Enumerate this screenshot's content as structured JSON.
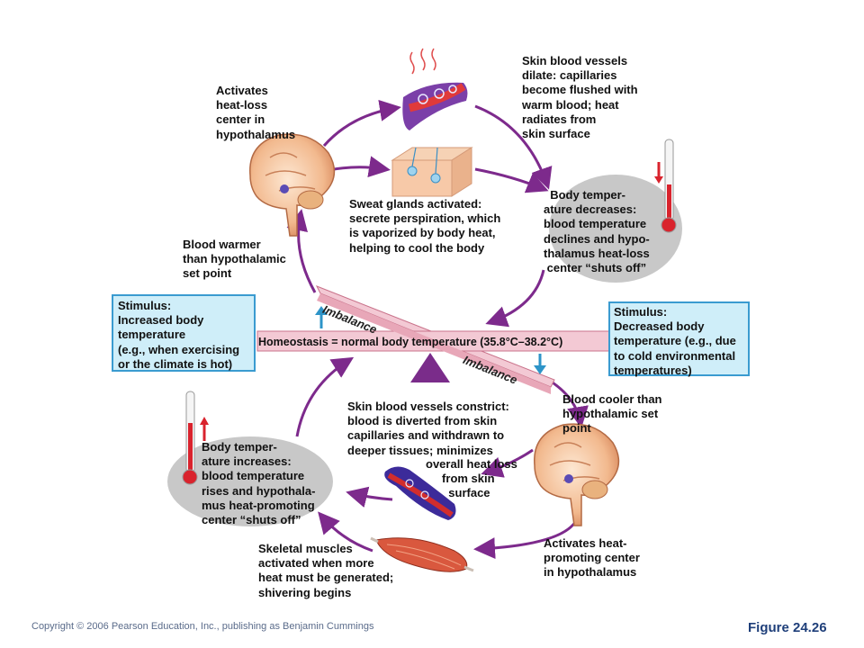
{
  "labels": {
    "activates_heat_loss": "Activates\nheat-loss\ncenter in\nhypothalamus",
    "skin_dilate": "Skin blood vessels\ndilate: capillaries\nbecome flushed with\nwarm blood; heat\nradiates from\nskin surface",
    "sweat_glands": "Sweat glands activated:\nsecrete perspiration, which\nis vaporized by body heat,\nhelping to cool the body",
    "temp_decreases": "  Body temper-\nature decreases:\nblood temperature\ndeclines and hypo-\nthalamus heat-loss\n center “shuts off”",
    "blood_warmer": "Blood warmer\nthan hypothalamic\nset point",
    "stimulus_left": "Stimulus:\nIncreased body\ntemperature\n(e.g., when exercising\nor the climate is hot)",
    "stimulus_right": "Stimulus:\nDecreased body\ntemperature (e.g., due\nto cold environmental\ntemperatures)",
    "homeostasis": "Homeostasis = normal body temperature (35.8°C–38.2°C)",
    "imbalance_top": "Imbalance",
    "imbalance_bottom": "Imbalance",
    "skin_constrict": "Skin blood vessels constrict:\nblood is diverted from skin\ncapillaries and withdrawn to\ndeeper tissues; minimizes",
    "skin_constrict_2": "overall heat loss\n     from skin\n       surface",
    "blood_cooler": "Blood cooler than\nhypothalamic set\npoint",
    "temp_increases": "Body temper-\nature increases:\nblood temperature\nrises and hypothala-\nmus heat-promoting\ncenter “shuts off”",
    "skeletal_muscles": "Skeletal muscles\nactivated when more\nheat must be generated;\nshivering begins",
    "activates_heat_promoting": "Activates heat-\npromoting center\nin hypothalamus"
  },
  "footer": {
    "copyright": "Copyright © 2006 Pearson Education, Inc., publishing as Benjamin Cummings",
    "figure": "Figure 24.26"
  },
  "colors": {
    "arrow": "#7d2a8c",
    "ellipse": "#c8c8c8",
    "stimulus_fill": "#cfeef9",
    "stimulus_border": "#3a9bd0",
    "beam": "#f3c9d4",
    "fulcrum": "#7a2c8a",
    "thermo_red": "#d9232d"
  },
  "icons": [
    "brain-icon",
    "blood-vessel-icon",
    "skin-sweat-gland-icon",
    "thermometer-icon",
    "muscle-icon",
    "up-arrow-icon",
    "down-arrow-icon"
  ]
}
